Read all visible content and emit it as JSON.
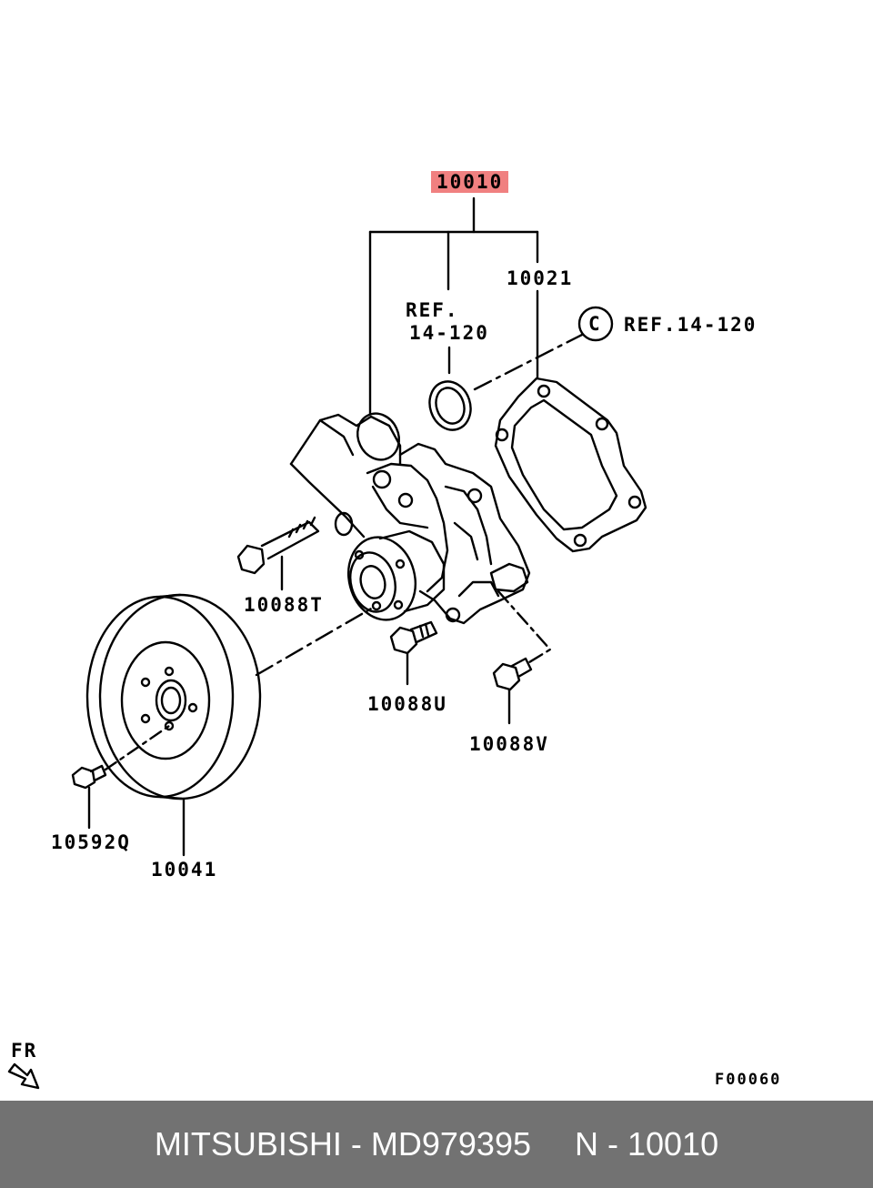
{
  "callouts": {
    "assembly": "10010",
    "gasket": "10021",
    "ref_left_line1": "REF.",
    "ref_left_line2": "14-120",
    "ref_circle_letter": "C",
    "ref_right": "REF.14-120",
    "bolt_t": "10088T",
    "bolt_u": "10088U",
    "bolt_v": "10088V",
    "bolt_q": "10592Q",
    "pulley": "10041",
    "front_marker": "FR",
    "figure_code": "F00060"
  },
  "footer": {
    "brand_part": "MITSUBISHI - MD979395",
    "ref_code": "N - 10010"
  },
  "colors": {
    "highlight": "#f08080",
    "footer_bg": "#727272",
    "footer_text": "#ffffff"
  }
}
